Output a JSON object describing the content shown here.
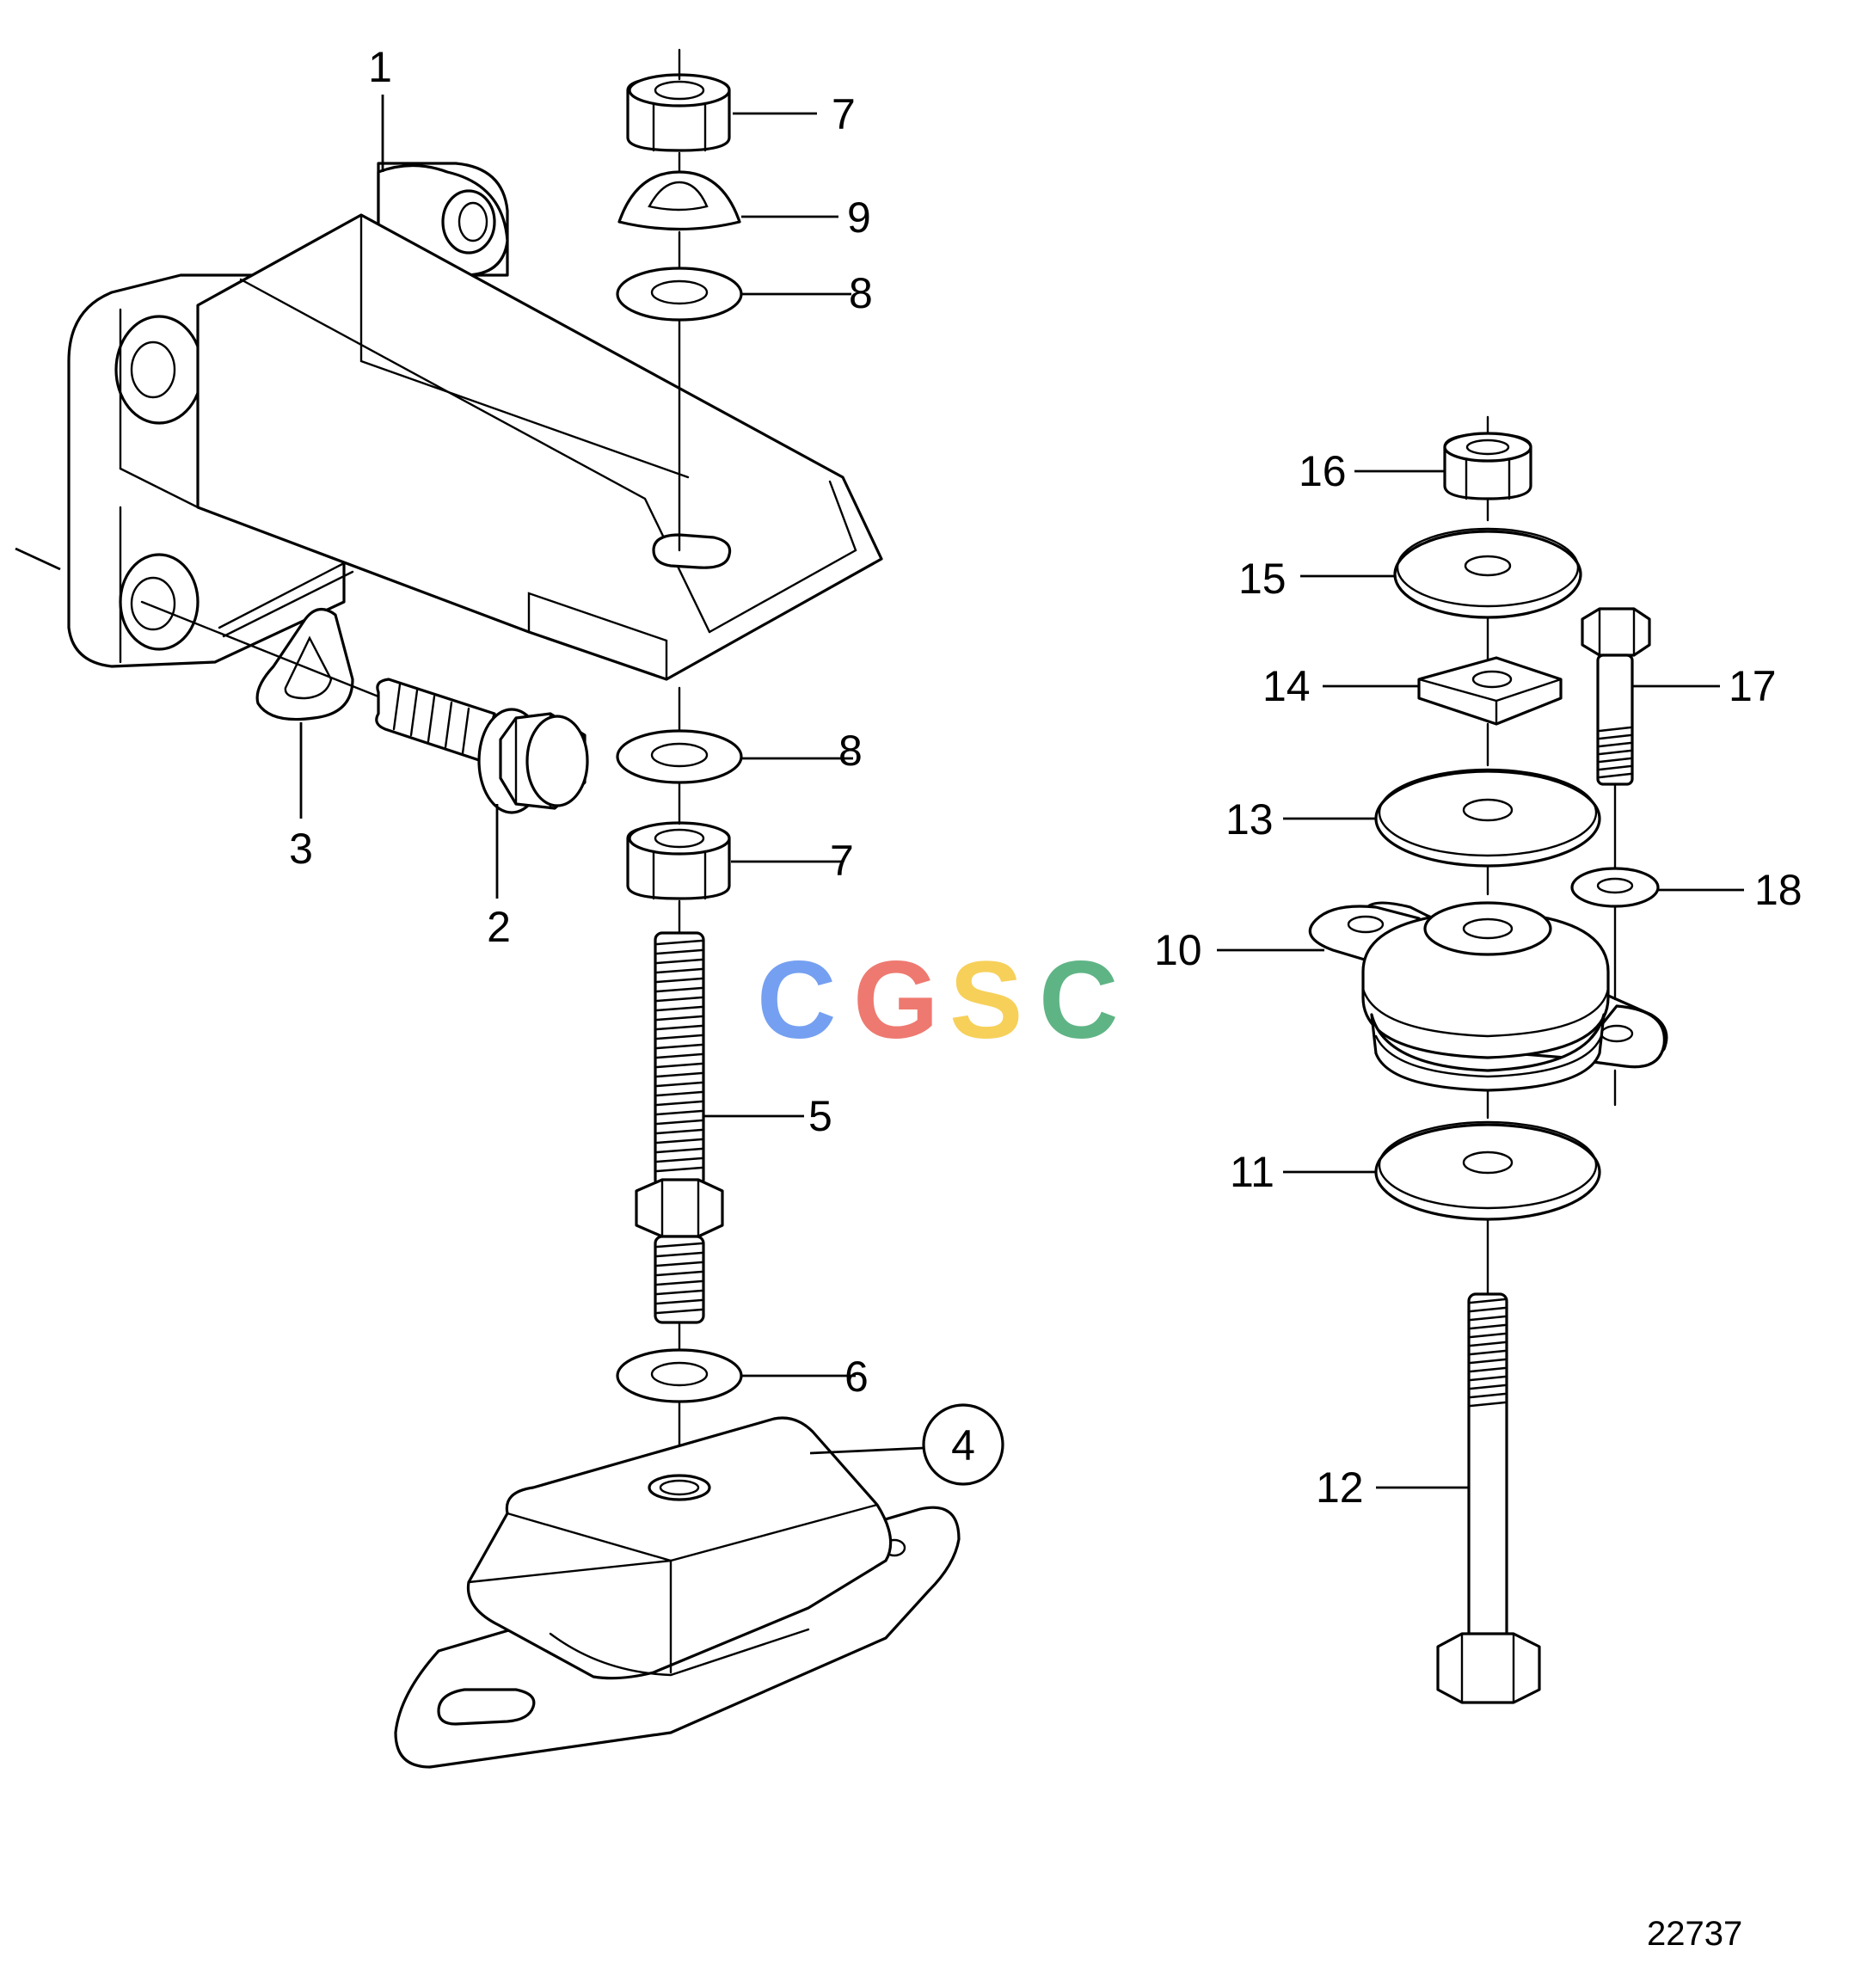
{
  "diagram": {
    "callouts": [
      {
        "id": "c1",
        "label": "1"
      },
      {
        "id": "c2",
        "label": "2"
      },
      {
        "id": "c3",
        "label": "3"
      },
      {
        "id": "c4",
        "label": "4",
        "circled": true
      },
      {
        "id": "c5",
        "label": "5"
      },
      {
        "id": "c6",
        "label": "6"
      },
      {
        "id": "c7a",
        "label": "7"
      },
      {
        "id": "c7b",
        "label": "7"
      },
      {
        "id": "c8a",
        "label": "8"
      },
      {
        "id": "c8b",
        "label": "8"
      },
      {
        "id": "c9",
        "label": "9"
      },
      {
        "id": "c10",
        "label": "10"
      },
      {
        "id": "c11",
        "label": "11"
      },
      {
        "id": "c12",
        "label": "12"
      },
      {
        "id": "c13",
        "label": "13"
      },
      {
        "id": "c14",
        "label": "14"
      },
      {
        "id": "c15",
        "label": "15"
      },
      {
        "id": "c16",
        "label": "16"
      },
      {
        "id": "c17",
        "label": "17"
      },
      {
        "id": "c18",
        "label": "18"
      }
    ],
    "drawing_number": "22737",
    "watermark": {
      "letters": [
        "C",
        "G",
        "S",
        "C"
      ],
      "colors": [
        "#4f86ee",
        "#ea5448",
        "#f5c42c",
        "#33a064"
      ]
    }
  }
}
